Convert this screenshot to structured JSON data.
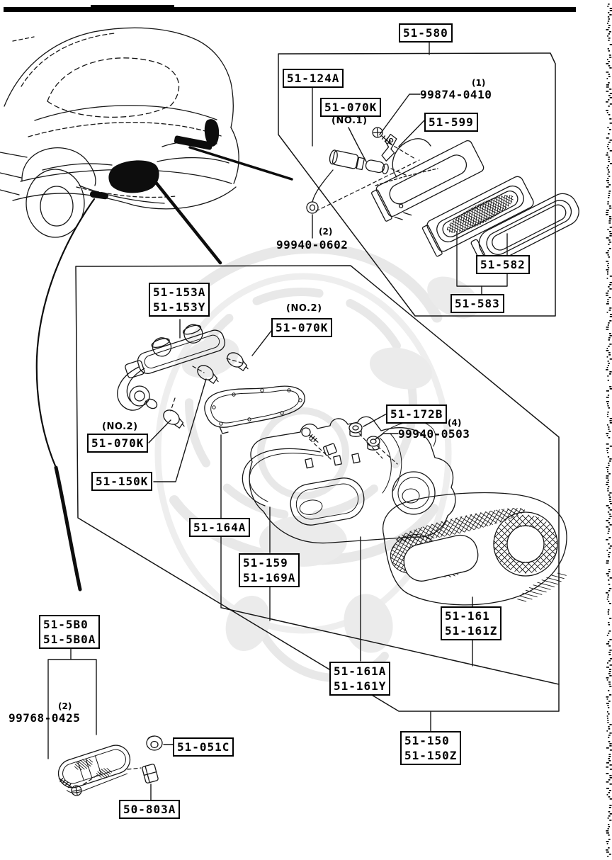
{
  "colors": {
    "ink": "#111111",
    "label_text": "#000000",
    "blackout_fill": "#0d0d0d",
    "watermark": "#d2d2d2",
    "background": "#ffffff"
  },
  "callouts": {
    "c580": {
      "l1": "51-580"
    },
    "c124A": {
      "l1": "51-124A"
    },
    "c070K1": {
      "l1": "51-070K"
    },
    "c599": {
      "l1": "51-599"
    },
    "c582": {
      "l1": "51-582"
    },
    "c583": {
      "l1": "51-583"
    },
    "c153": {
      "l1": "51-153A",
      "l2": "51-153Y"
    },
    "c070K2a": {
      "l1": "51-070K"
    },
    "c070K2b": {
      "l1": "51-070K"
    },
    "c150K": {
      "l1": "51-150K"
    },
    "c172B": {
      "l1": "51-172B"
    },
    "c164A": {
      "l1": "51-164A"
    },
    "c159": {
      "l1": "51-159",
      "l2": "51-169A"
    },
    "c161": {
      "l1": "51-161",
      "l2": "51-161Z"
    },
    "c161A": {
      "l1": "51-161A",
      "l2": "51-161Y"
    },
    "c150": {
      "l1": "51-150",
      "l2": "51-150Z"
    },
    "c5B0": {
      "l1": "51-5B0",
      "l2": "51-5B0A"
    },
    "c051C": {
      "l1": "51-051C"
    },
    "c803A": {
      "l1": "50-803A"
    }
  },
  "part_numbers": {
    "p99874": {
      "text": "99874-0410",
      "qty": "(1)"
    },
    "p0602": {
      "text": "99940-0602",
      "qty": "(2)"
    },
    "p0503": {
      "text": "99940-0503",
      "qty": "(4)"
    },
    "p99768": {
      "text": "99768-0425",
      "qty": "(2)"
    }
  },
  "notes": {
    "no1": "(NO.1)",
    "no2_a": "(NO.2)",
    "no2_b": "(NO.2)"
  }
}
